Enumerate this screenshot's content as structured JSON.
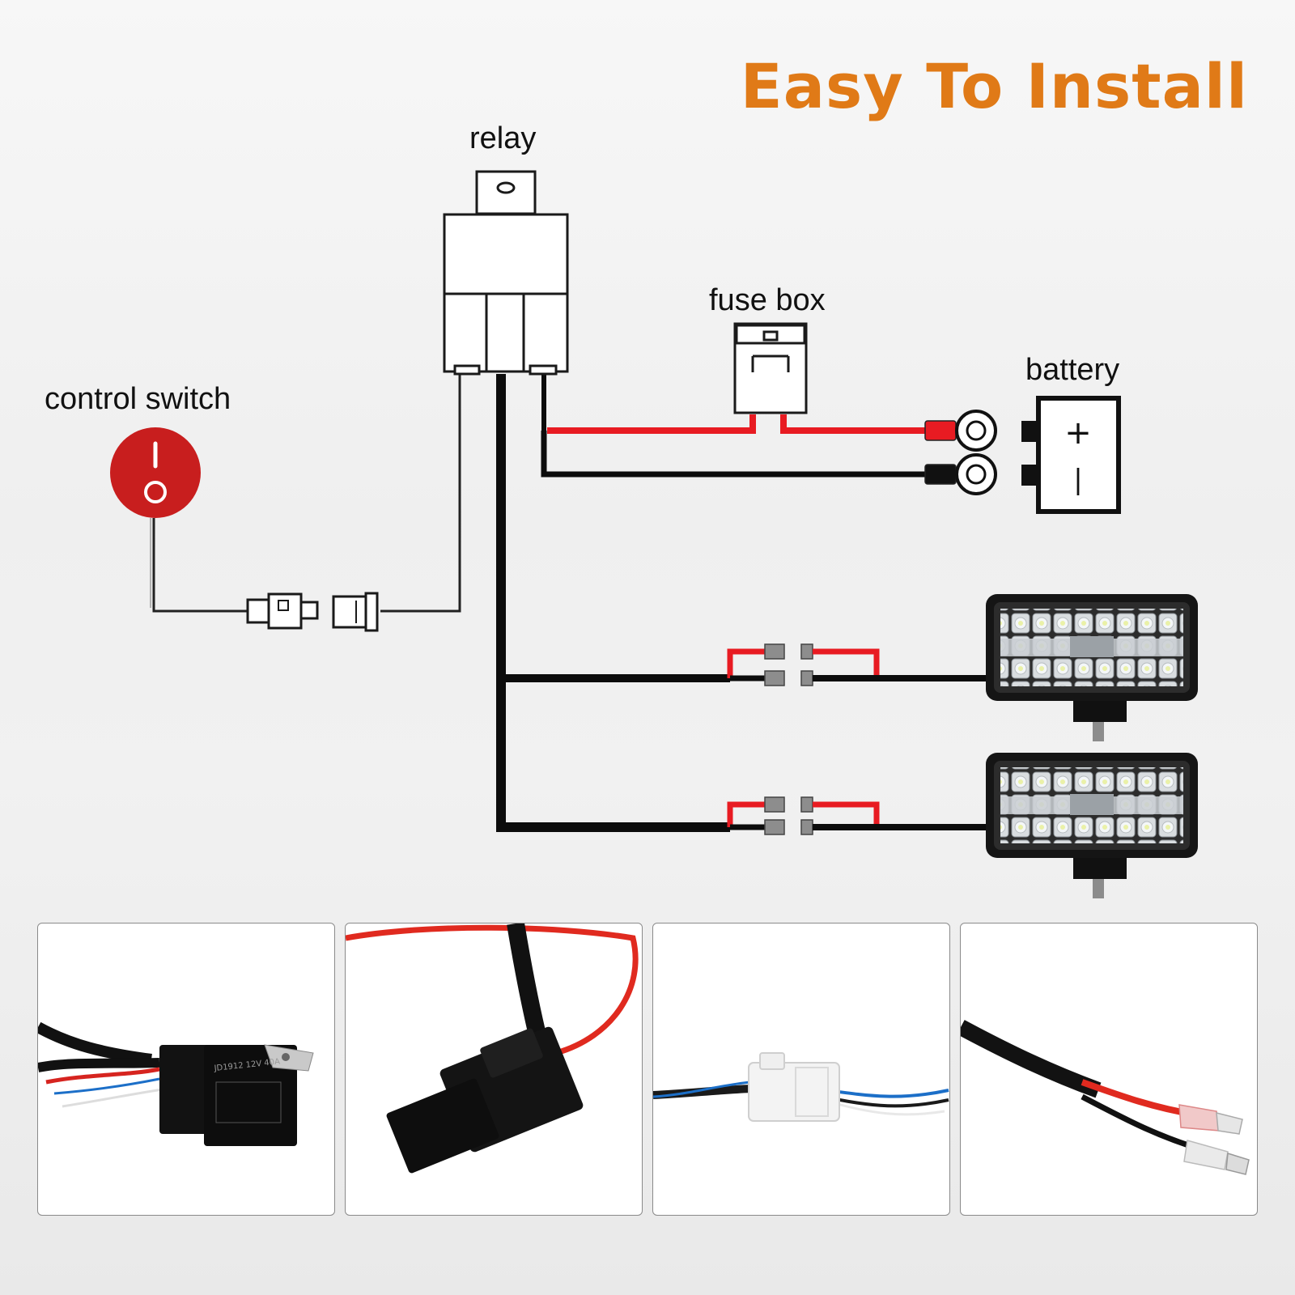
{
  "title": "Easy To Install",
  "colors": {
    "title": "#e07a17",
    "wire_red": "#e81b22",
    "wire_black": "#0c0c0c",
    "switch_red": "#c81e1e",
    "panel_border": "#8a8a8a"
  },
  "labels": {
    "relay": "relay",
    "fuse_box": "fuse box",
    "battery": "battery",
    "control_switch": "control switch"
  },
  "battery": {
    "plus": "+",
    "minus": "|"
  },
  "panels": [
    {
      "subject": "relay-with-wires",
      "printed_text": "JD1912 12V 40A"
    },
    {
      "subject": "fuse-holder-with-wires"
    },
    {
      "subject": "connector-plug-with-wires"
    },
    {
      "subject": "spade-terminals-with-wires"
    }
  ]
}
